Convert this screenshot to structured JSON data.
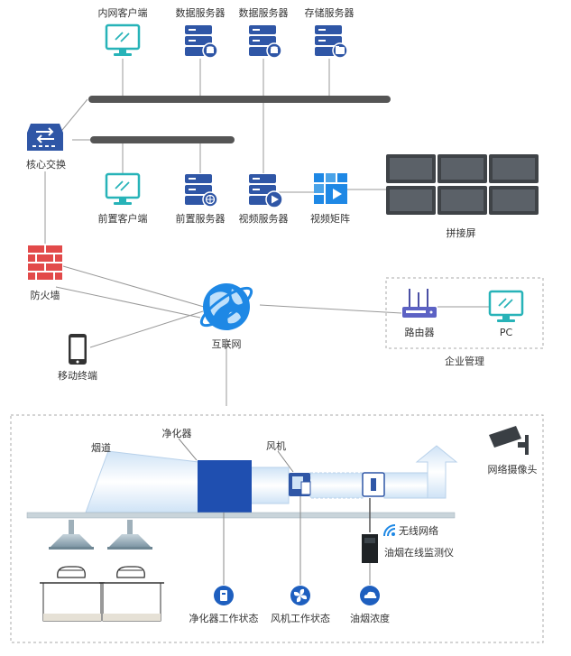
{
  "labels": {
    "intranet_client": "内网客户端",
    "data_server_1": "数据服务器",
    "data_server_2": "数据服务器",
    "storage_server": "存储服务器",
    "core_switch": "核心交换",
    "front_client": "前置客户端",
    "front_server": "前置服务器",
    "video_server": "视频服务器",
    "video_matrix": "视频矩阵",
    "splice_screen": "拼接屏",
    "firewall": "防火墙",
    "internet": "互联网",
    "mobile_terminal": "移动终端",
    "router": "路由器",
    "pc": "PC",
    "enterprise_mgmt": "企业管理",
    "flue": "烟道",
    "purifier": "净化器",
    "fan": "风机",
    "network_camera": "网络摄像头",
    "wireless_network": "无线网络",
    "oil_fume_monitor": "油烟在线监测仪",
    "purifier_status": "净化器工作状态",
    "fan_status": "风机工作状态",
    "oil_fume_density": "油烟浓度"
  },
  "colors": {
    "server_blue": "#2f56a6",
    "client_teal": "#27b3b8",
    "bus_gray": "#555555",
    "firewall_red": "#e24a4a",
    "globe_blue": "#1e88e5",
    "purifier_blue": "#1f4fb0",
    "duct_light": "#dbeaf7"
  }
}
